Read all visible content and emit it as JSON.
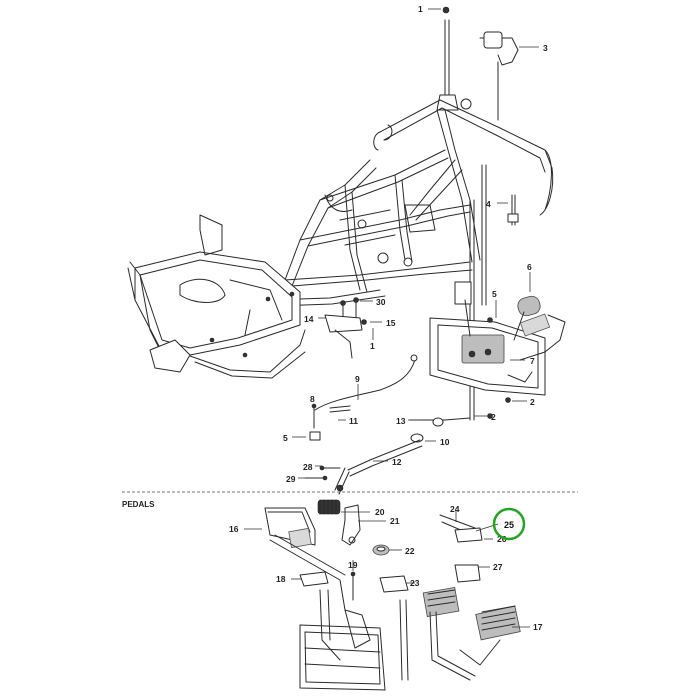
{
  "section_title": "PEDALS",
  "callouts": [
    {
      "id": "1",
      "text": "1"
    },
    {
      "id": "3",
      "text": "3"
    },
    {
      "id": "4",
      "text": "4"
    },
    {
      "id": "5a",
      "text": "5"
    },
    {
      "id": "6",
      "text": "6"
    },
    {
      "id": "7",
      "text": "7"
    },
    {
      "id": "2a",
      "text": "2"
    },
    {
      "id": "2b",
      "text": "2"
    },
    {
      "id": "30",
      "text": "30"
    },
    {
      "id": "14",
      "text": "14"
    },
    {
      "id": "15",
      "text": "15"
    },
    {
      "id": "1b",
      "text": "1"
    },
    {
      "id": "9",
      "text": "9"
    },
    {
      "id": "8",
      "text": "8"
    },
    {
      "id": "11",
      "text": "11"
    },
    {
      "id": "5b",
      "text": "5"
    },
    {
      "id": "13",
      "text": "13"
    },
    {
      "id": "10",
      "text": "10"
    },
    {
      "id": "28",
      "text": "28"
    },
    {
      "id": "12",
      "text": "12"
    },
    {
      "id": "29",
      "text": "29"
    },
    {
      "id": "20",
      "text": "20"
    },
    {
      "id": "21",
      "text": "21"
    },
    {
      "id": "16",
      "text": "16"
    },
    {
      "id": "22",
      "text": "22"
    },
    {
      "id": "19",
      "text": "19"
    },
    {
      "id": "18",
      "text": "18"
    },
    {
      "id": "23",
      "text": "23"
    },
    {
      "id": "24",
      "text": "24"
    },
    {
      "id": "26",
      "text": "26"
    },
    {
      "id": "27",
      "text": "27"
    },
    {
      "id": "17",
      "text": "17"
    }
  ],
  "highlighted_callout": {
    "text": "25",
    "ring_color": "#22a322"
  }
}
